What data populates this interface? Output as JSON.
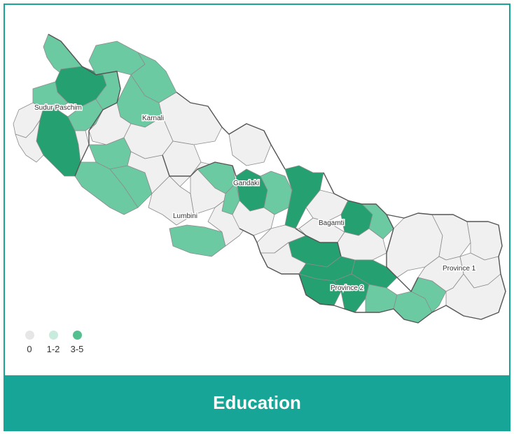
{
  "map": {
    "provinces": [
      {
        "id": "sudurpaschim",
        "label": "Sudur Paschim"
      },
      {
        "id": "karnali",
        "label": "Karnali"
      },
      {
        "id": "gandaki",
        "label": "Gandaki"
      },
      {
        "id": "lumbini",
        "label": "Lumbini"
      },
      {
        "id": "bagamati",
        "label": "Bagamti"
      },
      {
        "id": "province2",
        "label": "Province 2"
      },
      {
        "id": "province1",
        "label": "Province 1"
      }
    ],
    "colors": {
      "level_0": "#f0f0f0",
      "level_1": "#6ccaa3",
      "level_2": "#25a071",
      "border": "#16a596"
    }
  },
  "legend": {
    "items": [
      {
        "label": "0",
        "color": "#e6e6e6"
      },
      {
        "label": "1-2",
        "color": "#c9ebdd"
      },
      {
        "label": "3-5",
        "color": "#55c08f"
      }
    ]
  },
  "footer": {
    "title": "Education"
  }
}
